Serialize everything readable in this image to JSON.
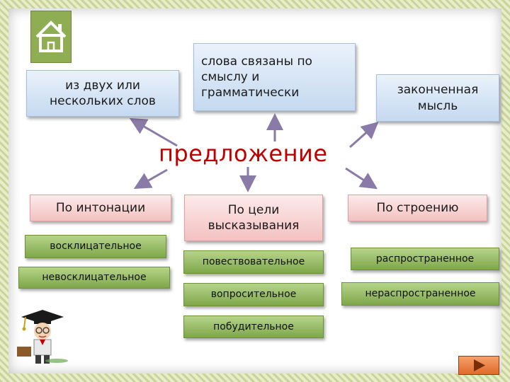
{
  "diagram": {
    "center": "предложение",
    "top_boxes": [
      {
        "text": "из двух или\nнескольких слов"
      },
      {
        "text": "слова связаны по\nсмыслу и\nграмматически"
      },
      {
        "text": "законченная\nмысль"
      }
    ],
    "categories": [
      {
        "label": "По интонации",
        "items": [
          "восклицательное",
          "невосклицательное"
        ]
      },
      {
        "label": "По цели\nвысказывания",
        "items": [
          "повествовательное",
          "вопросительное",
          "побудительное"
        ]
      },
      {
        "label": "По строению",
        "items": [
          "распространенное",
          "нераспространенное"
        ]
      }
    ]
  },
  "colors": {
    "center_text": "#c00000",
    "arrow": "#8a7aa8",
    "top_box": "#c5d9f0",
    "category_box": "#f3c1c1",
    "item_box": "#8fb55a"
  },
  "icons": {
    "home": "home-icon",
    "next": "play-next-icon",
    "mascot": "graduate-boy-icon"
  }
}
